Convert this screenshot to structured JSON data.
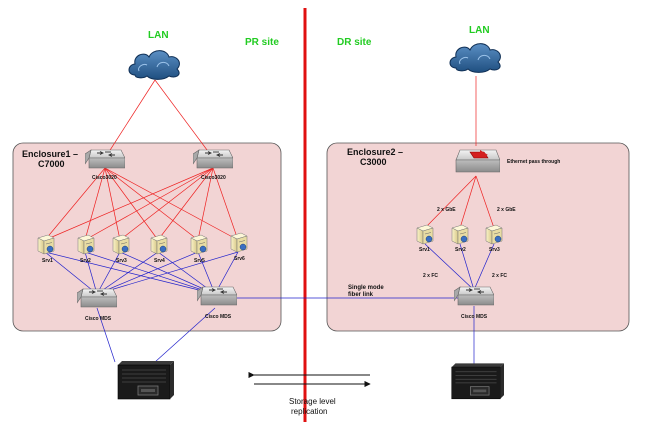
{
  "sites": {
    "pr": "PR site",
    "dr": "DR site"
  },
  "lan_labels": {
    "pr": "LAN",
    "dr": "LAN"
  },
  "enclosure1": {
    "line1": "Enclosure1 –",
    "line2": "C7000"
  },
  "enclosure2": {
    "line1": "Enclosure2 –",
    "line2": "C3000"
  },
  "pr_switches": [
    "Cisco3020",
    "Cisco3020"
  ],
  "pr_servers": [
    "Srv1",
    "Srv2",
    "Srv3",
    "Srv4",
    "Srv5",
    "Srv6"
  ],
  "pr_mds": [
    "Cisco MDS",
    "Cisco MDS"
  ],
  "dr_switch_note": "Ethernet pass through",
  "dr_gbe_labels": [
    "2 x GbE",
    "2 x GbE"
  ],
  "dr_servers": [
    "Srv1",
    "Srv2",
    "Srv3"
  ],
  "dr_fc_labels": [
    "2 x FC",
    "2 x FC"
  ],
  "dr_mds": "Cisco MDS",
  "fiber_label": {
    "line1": "Single mode",
    "line2": "fiber link"
  },
  "replication_label": {
    "line1": "Storage level",
    "line2": "replication"
  },
  "icons": {
    "cloud": "lan-cloud-icon",
    "switch": "network-switch-icon",
    "server": "server-icon",
    "storage": "storage-array-icon"
  },
  "colors": {
    "ethernet": "#ee2222",
    "fibre": "#2222cc",
    "divider": "#e01010",
    "enclosure_fill": "#f2d4d4",
    "site_label": "#22cc22"
  }
}
